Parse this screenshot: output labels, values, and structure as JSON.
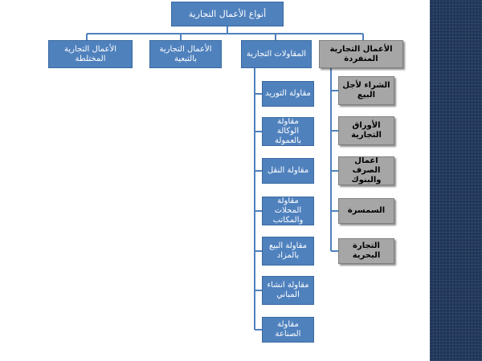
{
  "title": "أنواع الأعمال التجارية",
  "categories": {
    "individual": "الأعمال التجارية المنفردة",
    "contracts": "المقاولات التجارية",
    "subsidiary": "الأعمال التجارية بالتبعية",
    "mixed": "الأعمال التجارية المختلطة"
  },
  "individual_items": [
    "الشراء لأجل البيع",
    "الأوراق التجارية",
    "أعمال الصرف والبنوك",
    "السمسرة",
    "التجارة البحرية"
  ],
  "contract_items": [
    "مقاولة التوريد",
    "مقاولة الوكالة بالعمولة",
    "مقاولة النقل",
    "مقاولة المحلات والمكاتب",
    "مقاولة البيع بالمزاد",
    "مقاولة انشاء المباني",
    "مقاولة الصناعة"
  ],
  "colors": {
    "box_blue": "#4f81bd",
    "box_grey": "#a6a6a6",
    "connector": "#4f81bd",
    "sidebar": "#1f3558"
  }
}
